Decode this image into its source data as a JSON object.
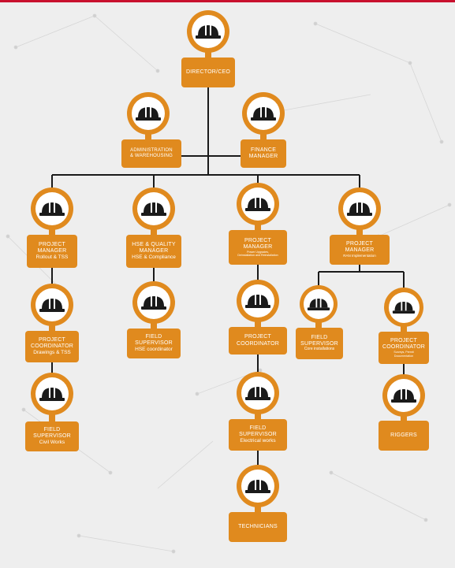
{
  "colors": {
    "accent": "#e08a1e",
    "line": "#1a1a1a",
    "icon": "#1a1a1a",
    "background": "#eeeeee"
  },
  "icon": "hard-hat-icon",
  "nodes": {
    "director": {
      "title": "DIRECTOR/CEO"
    },
    "admin": {
      "line1": "ADMINISTRATION",
      "line2": "& WAREHOUSING"
    },
    "finance": {
      "line1": "FINANCE",
      "line2": "MANAGER"
    },
    "pm_rollout": {
      "line1": "PROJECT",
      "line2": "MANAGER",
      "sub": "Rollout & TSS"
    },
    "hse_manager": {
      "line1": "HSE & QUALITY",
      "line2": "MANAGER",
      "sub": "HSE & Compliance"
    },
    "pm_power": {
      "line1": "PROJECT",
      "line2": "MANAGER",
      "sub1": "Power Upgrades,",
      "sub2": "Deinstallation and Reinstallation"
    },
    "pm_ran": {
      "line1": "PROJECT",
      "line2": "MANAGER",
      "sub": "RAN Implementation"
    },
    "pc_drawings": {
      "line1": "PROJECT",
      "line2": "COORDINATOR",
      "sub": "Drawings & TSS"
    },
    "fs_hse": {
      "line1": "FIELD",
      "line2": "SUPERVISOR",
      "sub": "HSE coordinator"
    },
    "pc_center": {
      "line1": "PROJECT",
      "line2": "COORDINATOR"
    },
    "fs_core": {
      "line1": "FIELD",
      "line2": "SUPERVISOR",
      "sub": "Core installations"
    },
    "pc_surveys": {
      "line1": "PROJECT",
      "line2": "COORDINATOR",
      "sub1": "Surveys, Permit",
      "sub2": "Documentation"
    },
    "fs_civil": {
      "line1": "FIELD",
      "line2": "SUPERVISOR",
      "sub": "Civil Works"
    },
    "fs_electrical": {
      "line1": "FIELD",
      "line2": "SUPERVISOR",
      "sub": "Electrical works"
    },
    "riggers": {
      "title": "RIGGERS"
    },
    "technicians": {
      "title": "TECHNICIANS"
    }
  }
}
